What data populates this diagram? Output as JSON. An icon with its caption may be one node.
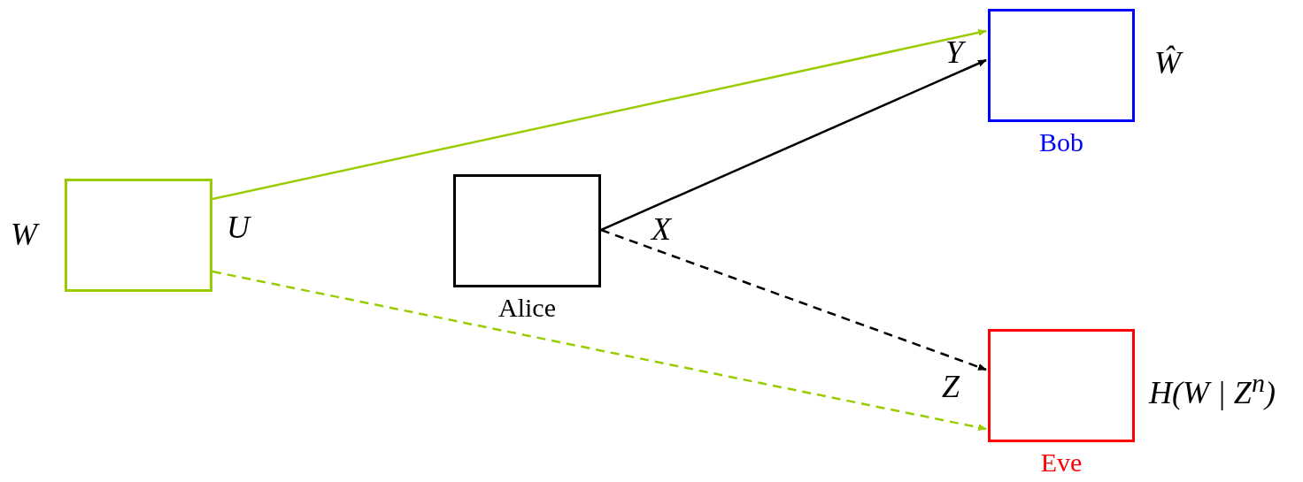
{
  "diagram": {
    "nodes": [
      {
        "text": [],
        "shape": "box",
        "beside": [
          "W",
          "U"
        ]
      },
      {
        "text": [
          "Alice"
        ]
      },
      {
        "text": [
          "Bob"
        ],
        "beside": [
          "Ŵ"
        ]
      },
      {
        "text": [
          "Eve"
        ],
        "beside": [
          "H(W | Z$^{n}$)"
        ]
      }
    ],
    "edges": [
      {
        "from": 0,
        "to": 2,
        "arrow": "to",
        "color": "#99cc00"
      },
      {
        "from": 0,
        "to": 3,
        "arrow": "to",
        "style": "dashed",
        "color": "#99cc00"
      },
      {
        "from": 1,
        "to": 2,
        "arrow": "to",
        "color": "#000000"
      },
      {
        "from": 1,
        "to": 3,
        "arrow": "to",
        "style": "dashed",
        "color": "#000000"
      }
    ],
    "labels": [
      "Y",
      "X",
      "Z"
    ]
  }
}
